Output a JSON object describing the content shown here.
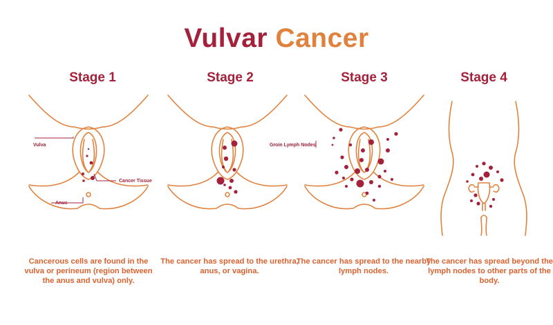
{
  "title": {
    "part1": "Vulvar",
    "part2": "Cancer"
  },
  "colors": {
    "dark_red": "#a3213a",
    "orange": "#e0823d",
    "text_orange": "#d9622f"
  },
  "stages": [
    {
      "title": "Stage 1",
      "description": "Cancerous cells are found in the vulva or perineum (region between the anus and vulva) only."
    },
    {
      "title": "Stage 2",
      "description": "The cancer has spread to the urethra, anus, or vagina."
    },
    {
      "title": "Stage 3",
      "description": "The cancer has spread to the nearby lymph nodes."
    },
    {
      "title": "Stage 4",
      "description": "The cancer has spread beyond the lymph nodes to other parts of the body."
    }
  ],
  "labels": {
    "vulva": "Vulva",
    "cancer_tissue": "Cancer Tissue",
    "anus": "Anus",
    "groin_lymph_nodes": "Groin Lymph Nodes"
  }
}
